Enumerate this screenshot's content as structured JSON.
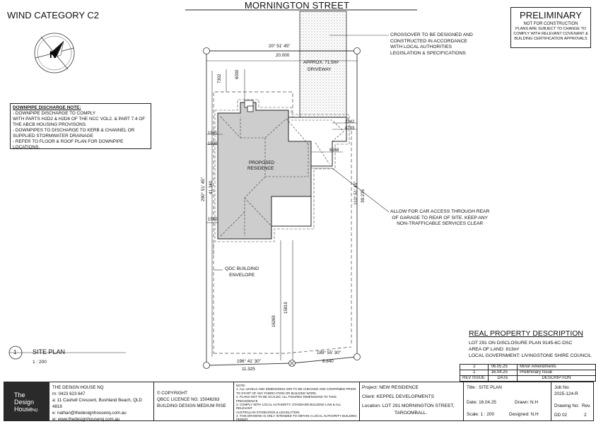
{
  "header": {
    "street": "MORNINGTON STREET",
    "wind_category": "WIND CATEGORY C2"
  },
  "preliminary": {
    "title": "PRELIMINARY",
    "subtitle": "NOT FOR CONSTRUCTION",
    "note_lines": [
      "PLANS ARE SUBJECT TO CHANGE TO",
      "COMPLY WITH RELEVANT COVENANT &",
      "BUILDING CERTIFICATION APPROVALS"
    ]
  },
  "downpipe_note": {
    "title": "DOWNPIPE DISCHARGE NOTE:",
    "lines": [
      "- DOWNPIPE DISCHARGE TO COMPLY",
      "WITH PARTS H2D2 & H2D6 OF THE NCC VOL2. & PART 7.4 OF",
      "THE ABCB HOUSING PROVISONS.",
      "- DOWNPIPES TO DISCHARGE TO KERB & CHANNEL OR",
      "SUPPLIED STORMWATER DRAINAGE",
      "- REFER TO FLOOR & ROOF PLAN FOR DOWNPIPE LOCATIONS."
    ]
  },
  "callouts": {
    "crossover": [
      "CROSSOVER TO BE DESIGNED AND",
      "CONSTRUCTED IN ACCORDANCE",
      "WITH LOCAL AUTHORITIES",
      "LEGISLATION & SPECIFICATIONS"
    ],
    "car_access": [
      "ALLOW FOR CAR ACCESS THROUGH REAR",
      "OF GARAGE TO REAR OF SITE. KEEP ANY",
      "NON-TRAFFICABLE SERVICES CLEAR"
    ],
    "building_envelope": [
      "QDC BUILDING",
      "ENVELOPE"
    ]
  },
  "plan_labels": {
    "driveway": [
      "APPROX. 71.5m²",
      "DRIVEWAY"
    ],
    "residence": [
      "PROPOSED",
      "RESIDENCE"
    ],
    "top_bearing": "20° 51' 45\"",
    "top_length": "20.000",
    "left_bearing": "290° 51' 45\"",
    "left_length": "41.340",
    "right_bearing": "110° 51' 45\"",
    "right_length": "39.235",
    "bottom_left_bearing": "196° 41' 30\"",
    "bottom_left_length": "11.325",
    "bottom_right_bearing": "189° 55' 30\"",
    "bottom_right_length": "8.840",
    "dim_7302": "7302",
    "dim_6000": "6000",
    "dim_1951": "1951",
    "dim_1500_a": "1500",
    "dim_1500_b": "1500",
    "dim_2242": "2242",
    "dim_8793": "8793",
    "dim_6158": "6158",
    "dim_16269": "16269",
    "dim_15819": "15819"
  },
  "site_plan": {
    "number": "1",
    "title": "SITE PLAN",
    "scale": "1 : 200"
  },
  "real_property": {
    "title": "REAL PROPERTY DESCRIPTION",
    "lines": [
      "LOT 291 ON DISCLOSURE PLAN 9145-6C-DSC",
      "AREA OF LAND: 813m²",
      "LOCAL GOVERNMENT: LIVINGSTONE SHIRE COUNCIL"
    ]
  },
  "revisions": {
    "rows": [
      {
        "rev": "2",
        "date": "06.05.25",
        "desc": "Minor Amendments"
      },
      {
        "rev": "1",
        "date": "16.04.25",
        "desc": "Preliminary Issue"
      }
    ],
    "headers": {
      "rev": "REV ISSUE",
      "date": "DATE",
      "desc": "DESCRIPTION"
    }
  },
  "title_block": {
    "logo": [
      "The",
      "Design",
      "House"
    ],
    "logo_suffix": "NQ",
    "company": "THE DESIGN HOUSE NQ",
    "phone": "m: 0423 623 647",
    "address": "a: 11 Cashell Crescent, Bushland Beach, QLD 4818",
    "email": "e: nathan@thedesignhousenq.com.au",
    "web": "w: www.thedesignhousenq.com.au",
    "copyright": "© COPYRIGHT",
    "licence": "QBCC LICENCE NO. 15046263",
    "licence_type": "BUILDING DESIGN MEDIUM RISE",
    "notes_title": "NOTE:",
    "notes": [
      "1. ALL LEVELS AND DIMENSIONS ARE TO BE CHECKED AND CONFIRMED PRIOR",
      "TO START OF ANY FABRICATION OR BUILDING WORK.",
      "2. PLANS NOT TO BE SCALED, ALL FIGURED DIMENSIONS TO TAKE PRECEDENCE",
      "3. COMPLY WITH LOCAL AUTHORITY, STANDARD BUILDING LAW & ALL RELEVANT",
      "AUSTRALIAN STANDARDS & LEGISLATION.",
      "4. THIS DRAWING IS ONLY INTENDED TO OBTAIN A LOCAL AUTHORITY BUILDING",
      "PERMIT"
    ],
    "project_label": "Project:",
    "project": "NEW RESIDENCE",
    "client_label": "Client:",
    "client": "KEPPEL DEVELOPMENTS",
    "location_label": "Location:",
    "location_1": "LOT 291 MORNINGTON STREET,",
    "location_2": "TAROOMBALL.",
    "title_label": "Title :",
    "title": "SITE PLAN",
    "job_label": "Job No:",
    "job": "2025-124-R",
    "date_label": "Date:",
    "date": "16.04.25",
    "drawn_label": "Drawn:",
    "drawn": "N.H",
    "scale_label": "Scale:",
    "scale": "1 : 200",
    "designed_label": "Designed:",
    "designed": "N.H",
    "drawing_label": "Drawing No:",
    "drawing": "DD  02",
    "rev_label": "Rev.",
    "rev": "2"
  }
}
